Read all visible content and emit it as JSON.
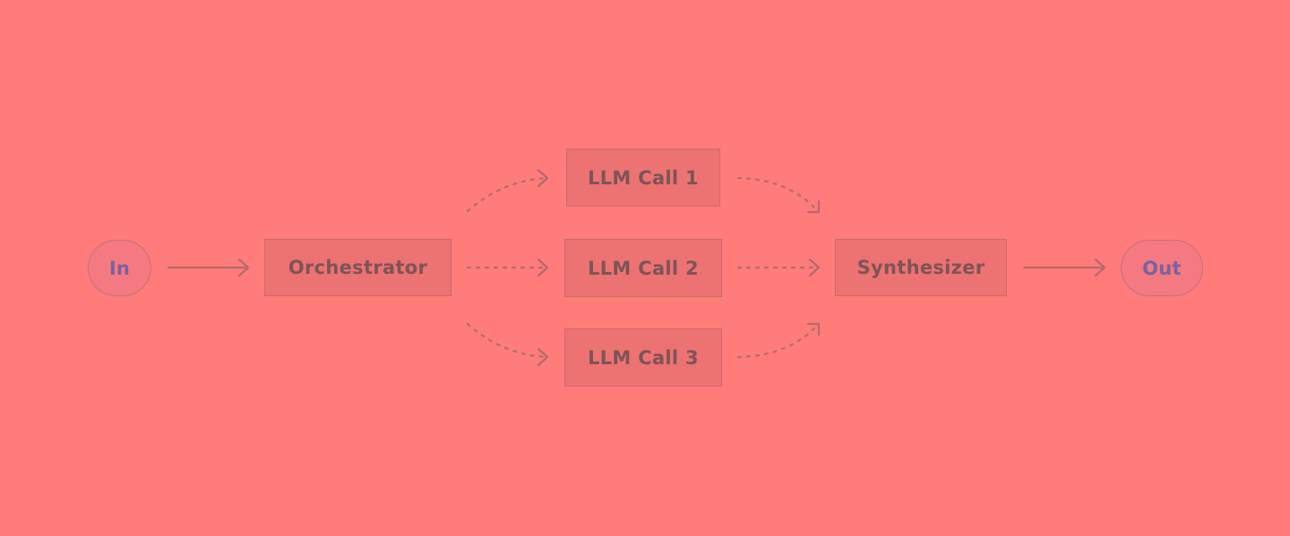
{
  "diagram": {
    "nodes": {
      "in": "In",
      "orchestrator": "Orchestrator",
      "llm_call_1": "LLM Call 1",
      "llm_call_2": "LLM Call 2",
      "llm_call_3": "LLM Call 3",
      "synthesizer": "Synthesizer",
      "out": "Out"
    },
    "edges": [
      {
        "from": "in",
        "to": "orchestrator",
        "style": "solid"
      },
      {
        "from": "orchestrator",
        "to": "llm_call_1",
        "style": "dotted"
      },
      {
        "from": "orchestrator",
        "to": "llm_call_2",
        "style": "dotted"
      },
      {
        "from": "orchestrator",
        "to": "llm_call_3",
        "style": "dotted"
      },
      {
        "from": "llm_call_1",
        "to": "synthesizer",
        "style": "dotted"
      },
      {
        "from": "llm_call_2",
        "to": "synthesizer",
        "style": "dotted"
      },
      {
        "from": "llm_call_3",
        "to": "synthesizer",
        "style": "dotted"
      },
      {
        "from": "synthesizer",
        "to": "out",
        "style": "solid"
      }
    ],
    "colors": {
      "background": "#ff7c7a",
      "box_fill": "#ed7272",
      "box_border": "#cc6a70",
      "box_text": "#7c5458",
      "pill_fill": "#f57980",
      "pill_border": "#c2707a",
      "pill_text": "#7663a2",
      "edge": "#b36a6d"
    }
  }
}
